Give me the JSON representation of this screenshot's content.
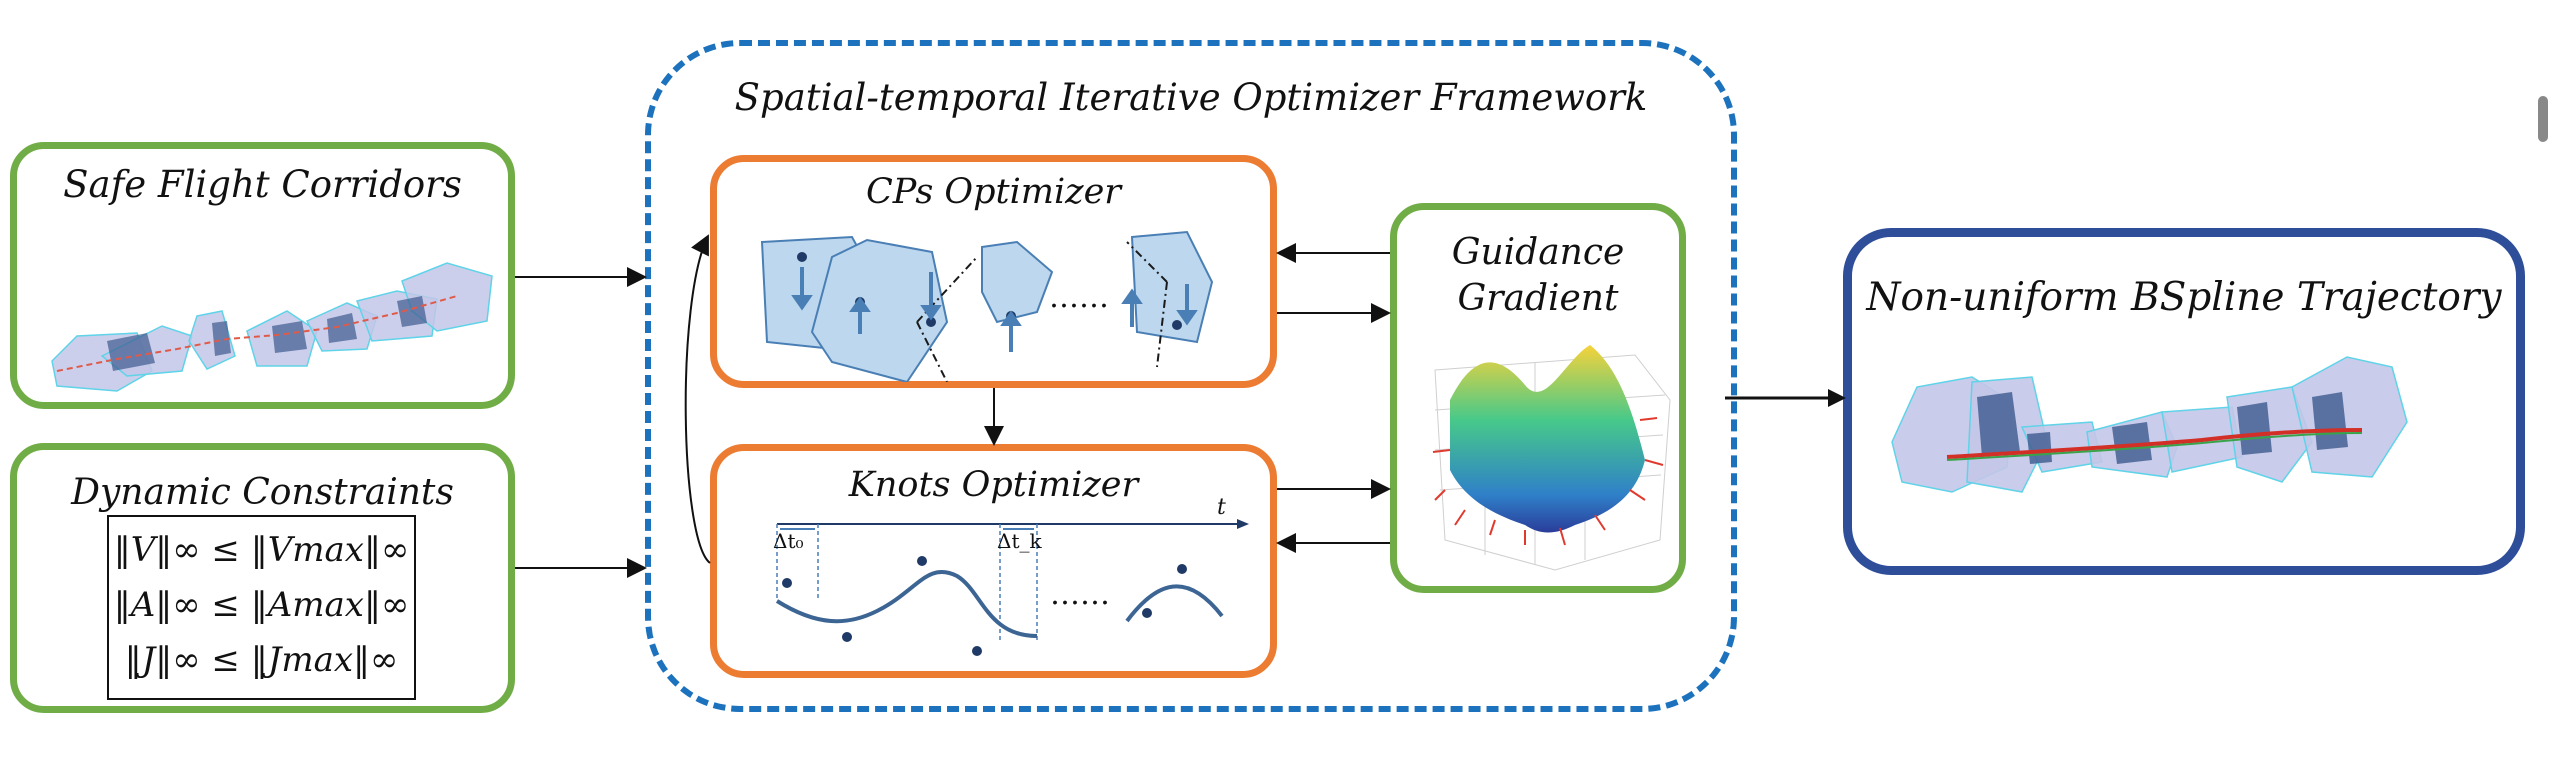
{
  "framework": {
    "title": "Spatial-temporal Iterative Optimizer Framework"
  },
  "inputs": {
    "corridors": {
      "title": "Safe Flight Corridors"
    },
    "dynamics": {
      "title": "Dynamic Constraints",
      "equations": [
        "‖V‖∞ ≤ ‖Vmax‖∞",
        "‖A‖∞ ≤ ‖Amax‖∞",
        "‖J‖∞ ≤ ‖Jmax‖∞"
      ]
    }
  },
  "optimizers": {
    "cps": {
      "title": "CPs Optimizer",
      "ellipsis": "……"
    },
    "knots": {
      "title": "Knots Optimizer",
      "axis_label": "t",
      "dt0": "Δt₀",
      "dtk": "Δt_k",
      "ellipsis": "……"
    }
  },
  "guidance": {
    "line1": "Guidance",
    "line2": "Gradient"
  },
  "output": {
    "title": "Non-uniform BSpline Trajectory"
  },
  "colors": {
    "green": "#71ad47",
    "orange": "#ec7c31",
    "dashed_blue": "#1c72bd",
    "dark_blue": "#2f4e9a",
    "polygon_fill": "#bdd7ee",
    "arrow_blue": "#4a7fb5"
  }
}
